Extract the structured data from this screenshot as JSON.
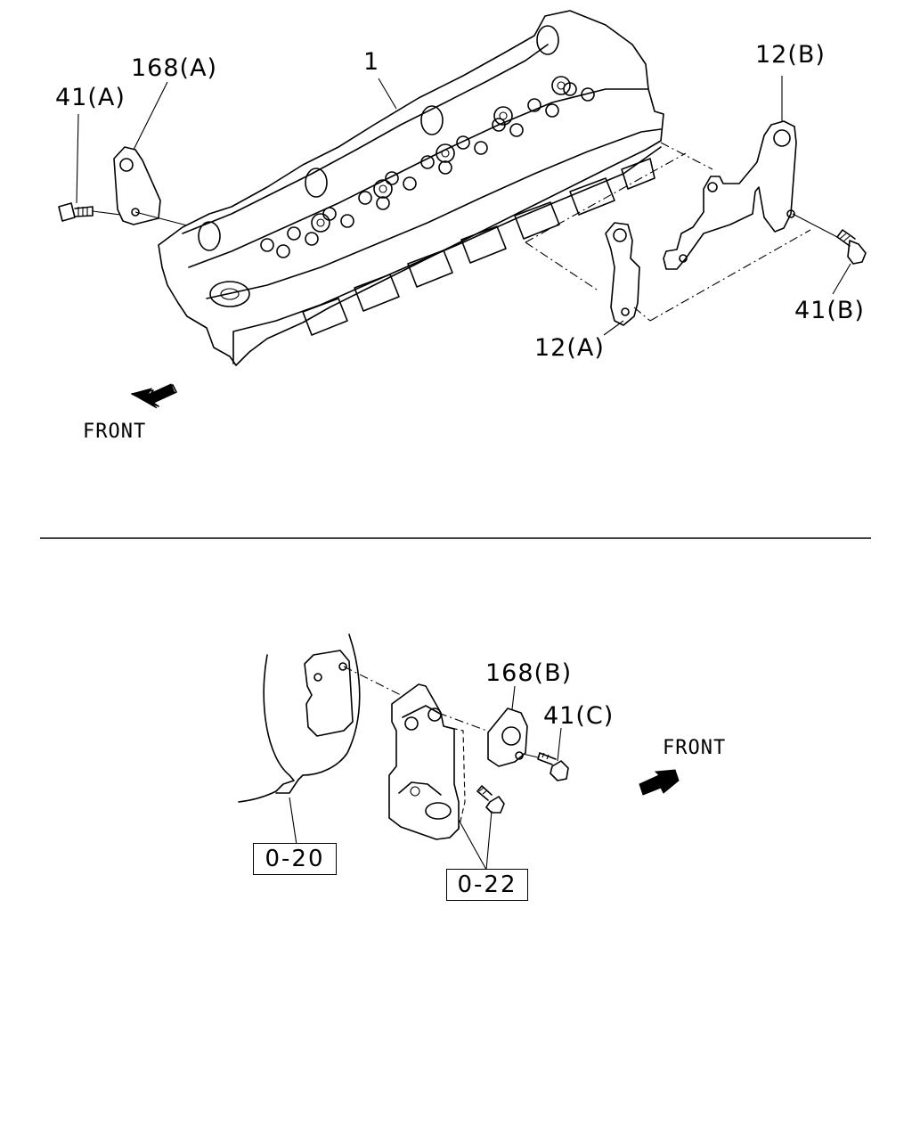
{
  "diagram": {
    "top_section": {
      "labels": {
        "cylinder_head": "1",
        "bolt_41a": "41(A)",
        "bracket_168a": "168(A)",
        "gasket_12b": "12(B)",
        "gasket_12a": "12(A)",
        "bolt_41b": "41(B)"
      },
      "front_label": "FRONT"
    },
    "bottom_section": {
      "labels": {
        "bracket_168b": "168(B)",
        "bolt_41c": "41(C)"
      },
      "front_label": "FRONT",
      "references": [
        "0-20",
        "0-22"
      ]
    }
  }
}
